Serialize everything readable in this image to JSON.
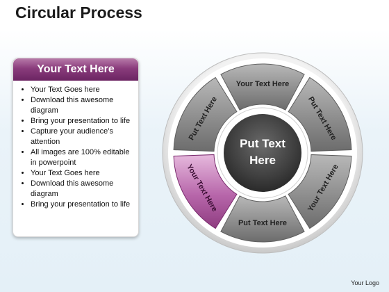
{
  "title": "Circular Process",
  "panel": {
    "header": "Your Text Here",
    "bullets": [
      "Your Text Goes here",
      "Download this awesome diagram",
      "Bring your presentation to life",
      "Capture your audience’s attention",
      "All images are 100% editable in powerpoint",
      "Your Text Goes here",
      "Download this awesome diagram",
      "Bring your presentation to life"
    ]
  },
  "diagram": {
    "center_line1": "Put Text",
    "center_line2": "Here",
    "segments": [
      {
        "label": "Your Text Here",
        "highlight": false
      },
      {
        "label": "Put Text Here",
        "highlight": false
      },
      {
        "label": "Your Text Here",
        "highlight": false
      },
      {
        "label": "Put Text Here",
        "highlight": false
      },
      {
        "label": "Your Text Here",
        "highlight": true
      },
      {
        "label": "Put Text Here",
        "highlight": false
      }
    ]
  },
  "colors": {
    "accent": "#8a3c7c",
    "segment_highlight": "#b05aa3",
    "segment_gray": "#8c8c8c",
    "hub": "#4a4a4a"
  },
  "logo": "Your Logo"
}
